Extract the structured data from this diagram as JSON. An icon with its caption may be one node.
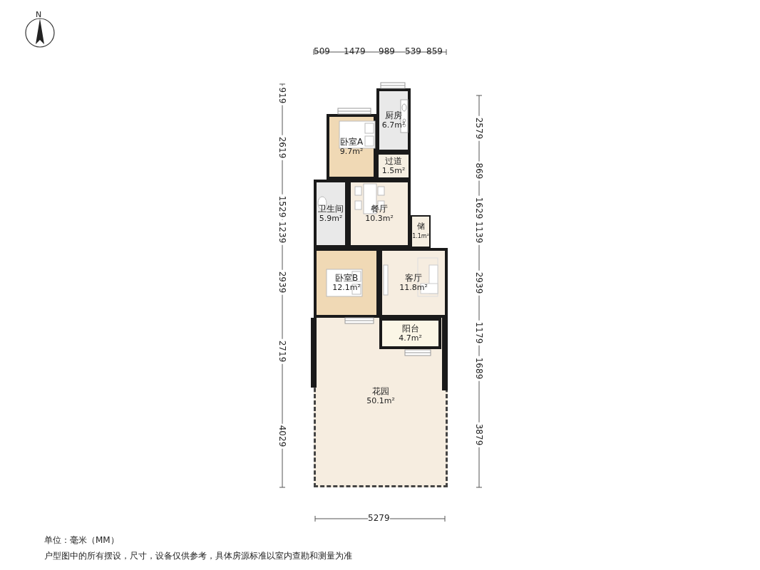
{
  "diagram": {
    "nodes": [
      {
        "text": [
          "厨房",
          "6.7m²"
        ]
      },
      {
        "text": [
          "卧室A",
          "9.7m²"
        ]
      },
      {
        "text": [
          "过道",
          "1.5m²"
        ]
      },
      {
        "text": [
          "卫生间",
          "5.9m²"
        ]
      },
      {
        "text": [
          "餐厅",
          "10.3m²"
        ]
      },
      {
        "text": [
          "储",
          "1.1m²"
        ]
      },
      {
        "text": [
          "卧室B",
          "12.1m²"
        ]
      },
      {
        "text": [
          "客厅",
          "11.8m²"
        ]
      },
      {
        "text": [
          "阳台",
          "4.7m²"
        ],
        "in": 9
      },
      {
        "text": [
          "花园",
          "50.1m²"
        ]
      }
    ],
    "labels": [
      "N",
      "509",
      "1479",
      "989",
      "539",
      "859",
      "919",
      "2619",
      "1529",
      "1239",
      "2939",
      "2719",
      "4029",
      "2579",
      "869",
      "1629",
      "1139",
      "2939",
      "1179",
      "1689",
      "3879",
      "5279",
      "单位：毫米（MM）",
      "户型图中的所有摆设，尺寸，设备仅供参考，具体房源标准以室内查勘和测量为准"
    ]
  }
}
